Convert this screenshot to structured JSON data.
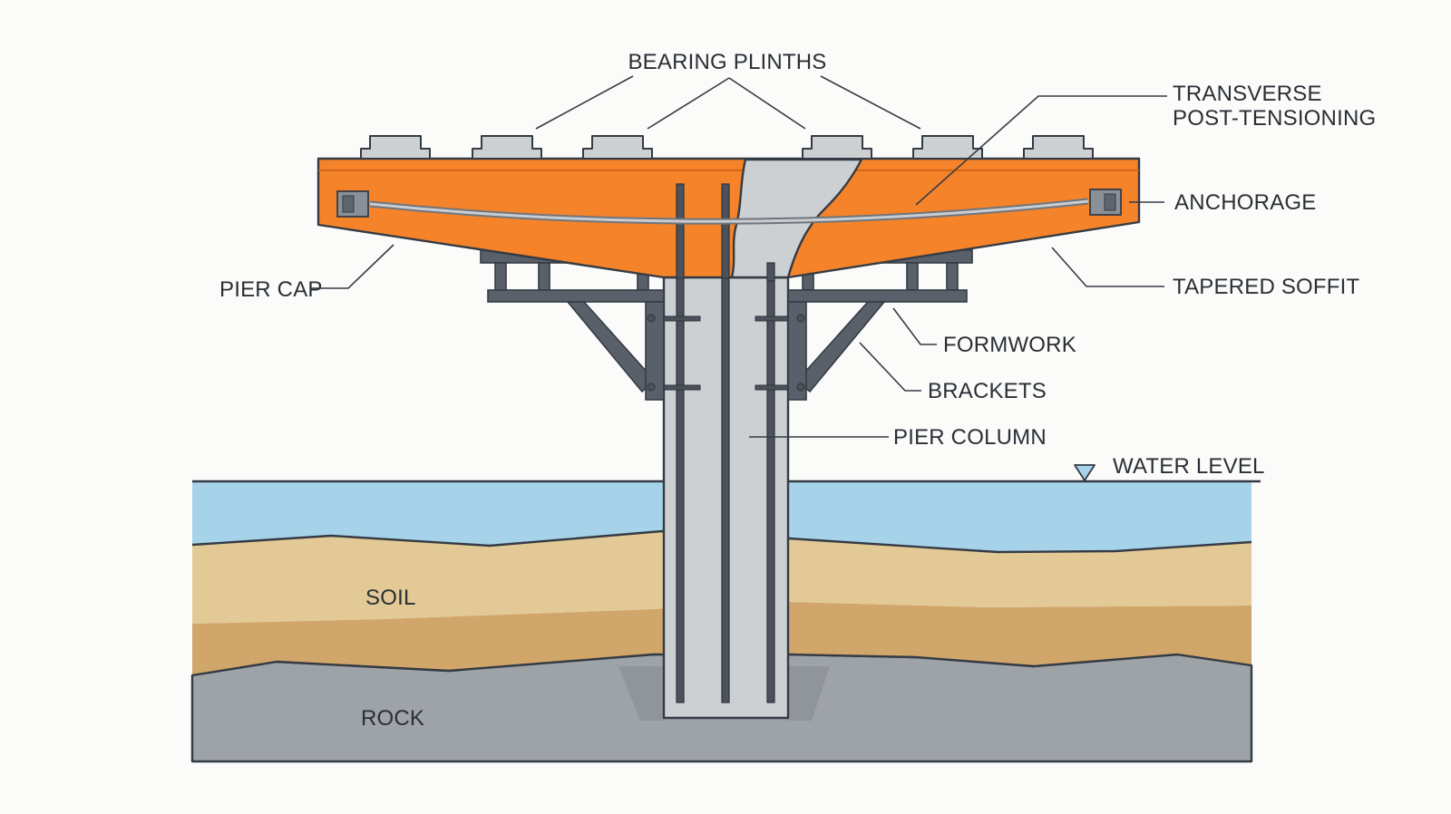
{
  "labels": {
    "bearing_plinths": "BEARING PLINTHS",
    "transverse_line1": "TRANSVERSE",
    "transverse_line2": "POST-TENSIONING",
    "anchorage": "ANCHORAGE",
    "pier_cap": "PIER CAP",
    "tapered_soffit": "TAPERED SOFFIT",
    "formwork": "FORMWORK",
    "brackets": "BRACKETS",
    "pier_column": "PIER COLUMN",
    "water_level": "WATER LEVEL",
    "soil": "SOIL",
    "rock": "ROCK"
  },
  "colors": {
    "pier_cap": "#f5832a",
    "concrete": "#cdd0d3",
    "water": "#a7d3ea",
    "soil_light": "#e3c996",
    "soil_dark": "#d1a66a",
    "rock": "#9ea3a8",
    "steel": "#59606a",
    "line": "#353b44"
  },
  "icons": {
    "water_level": "water-level-triangle-icon"
  }
}
